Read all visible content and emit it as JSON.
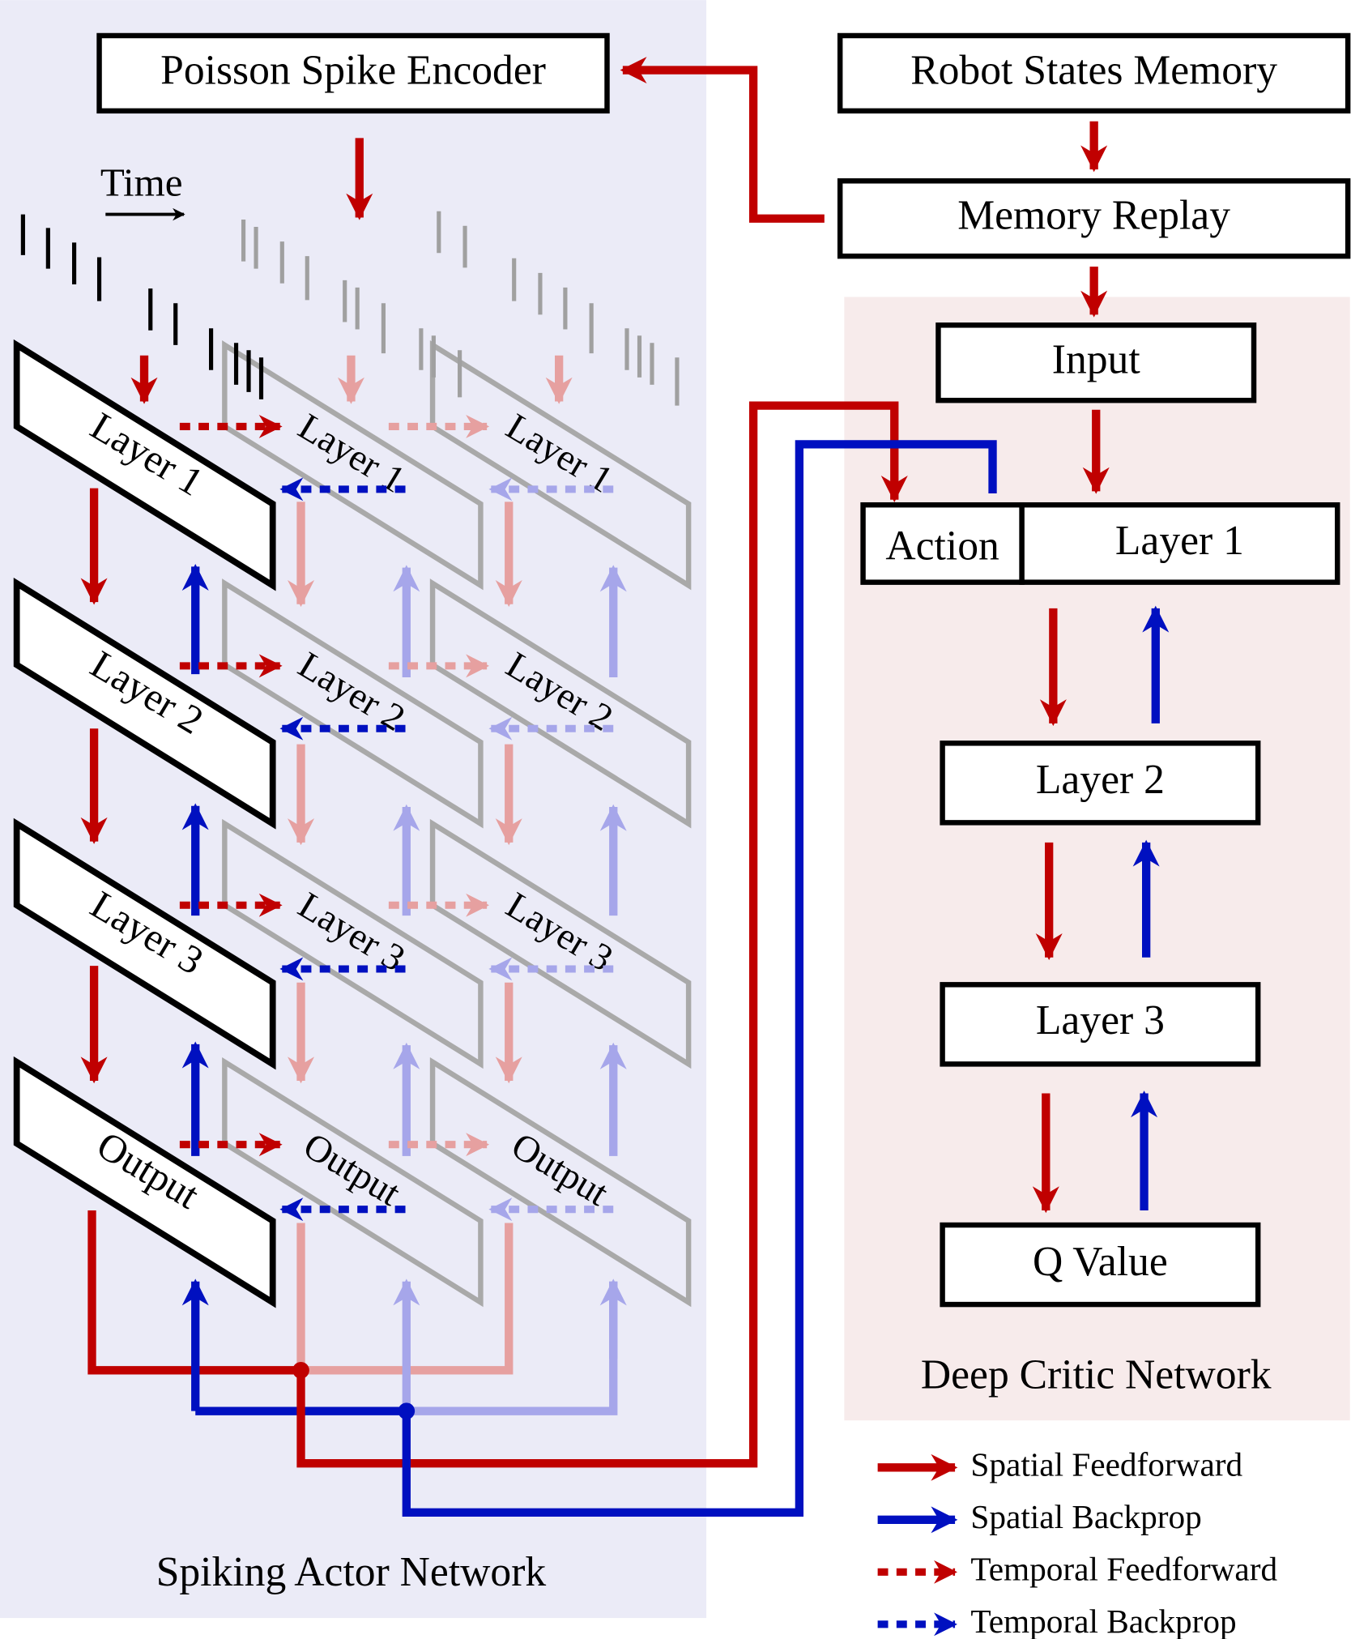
{
  "spiking_actor": {
    "encoder_label": "Poisson Spike Encoder",
    "time_label": "Time",
    "layers": [
      "Layer 1",
      "Layer 2",
      "Layer 3",
      "Output"
    ],
    "title": "Spiking Actor Network"
  },
  "critic": {
    "memory_label": "Robot States Memory",
    "replay_label": "Memory Replay",
    "input_label": "Input",
    "action_label": "Action",
    "layer1_label": "Layer 1",
    "layer2_label": "Layer 2",
    "layer3_label": "Layer 3",
    "qvalue_label": "Q Value",
    "title": "Deep Critic Network"
  },
  "legend": {
    "items": [
      {
        "label": "Spatial Feedforward",
        "color": "#c00000",
        "style": "solid"
      },
      {
        "label": "Spatial Backprop",
        "color": "#0010c0",
        "style": "solid"
      },
      {
        "label": "Temporal Feedforward",
        "color": "#c00000",
        "style": "dotted"
      },
      {
        "label": "Temporal Backprop",
        "color": "#0010c0",
        "style": "dotted"
      }
    ]
  },
  "colors": {
    "actor_background": "#ebebf7",
    "critic_background": "#f7ebeb",
    "feedforward": "#c00000",
    "backprop": "#0010c0"
  }
}
